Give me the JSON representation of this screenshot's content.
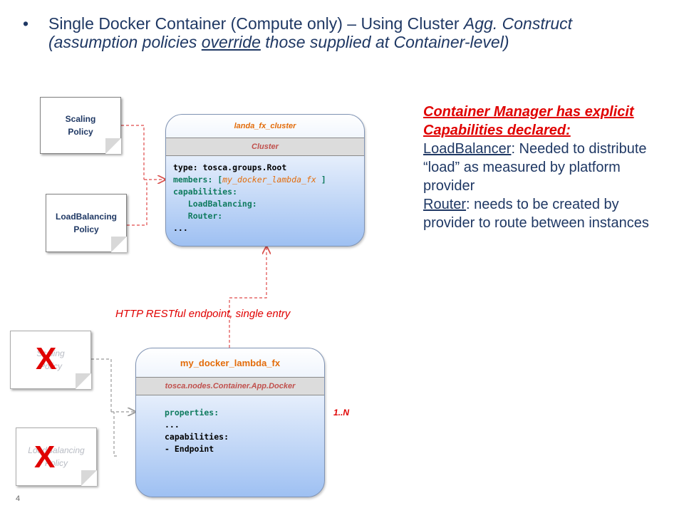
{
  "title": {
    "bullet": "•",
    "part1": "Single Docker Container (Compute only) – Using Cluster ",
    "part1_italic": "Agg. Construct",
    "part2_prefix": "(assumption policies ",
    "part2_underlined": "override",
    "part2_suffix": " those supplied at Container-level)"
  },
  "policies_top": [
    {
      "line1": "Scaling",
      "line2": "Policy"
    },
    {
      "line1": "LoadBalancing",
      "line2": "Policy"
    }
  ],
  "policies_bottom": [
    {
      "line1": "Scaling",
      "line2": "Policy"
    },
    {
      "line1": "LoadBalancing",
      "line2": "Policy"
    }
  ],
  "x_mark": "X",
  "cluster": {
    "name": "landa_fx_cluster",
    "type": "Cluster",
    "code": {
      "l1": "type: tosca.groups.Root",
      "l2a": "members: [",
      "l2b": "my_docker_lambda_fx",
      "l2c": " ]",
      "l3": "capabilities:",
      "l4": "   LoadBalancing:",
      "l5": "   Router:",
      "l6": "..."
    }
  },
  "container": {
    "name": "my_docker_lambda_fx",
    "type": "tosca.nodes.Container.App.Docker",
    "code": {
      "l1": "properties:",
      "l2": "...",
      "l3": "capabilities:",
      "l4": "- Endpoint"
    }
  },
  "edge_label": "HTTP RESTful endpoint, single entry",
  "multiplicity": "1..N",
  "manager_note": {
    "heading": "Container Manager has explicit Capabilities declared:",
    "term1": "LoadBalancer",
    "desc1": ": Needed to distribute “load” as measured by platform provider",
    "term2": "Router",
    "desc2": ": needs to be created by provider to route between instances"
  },
  "page_number": "4",
  "colors": {
    "title": "#1f3864",
    "accent_red": "#e00000",
    "node_header": "#e36c0a",
    "code_green": "#0f7b5f"
  }
}
